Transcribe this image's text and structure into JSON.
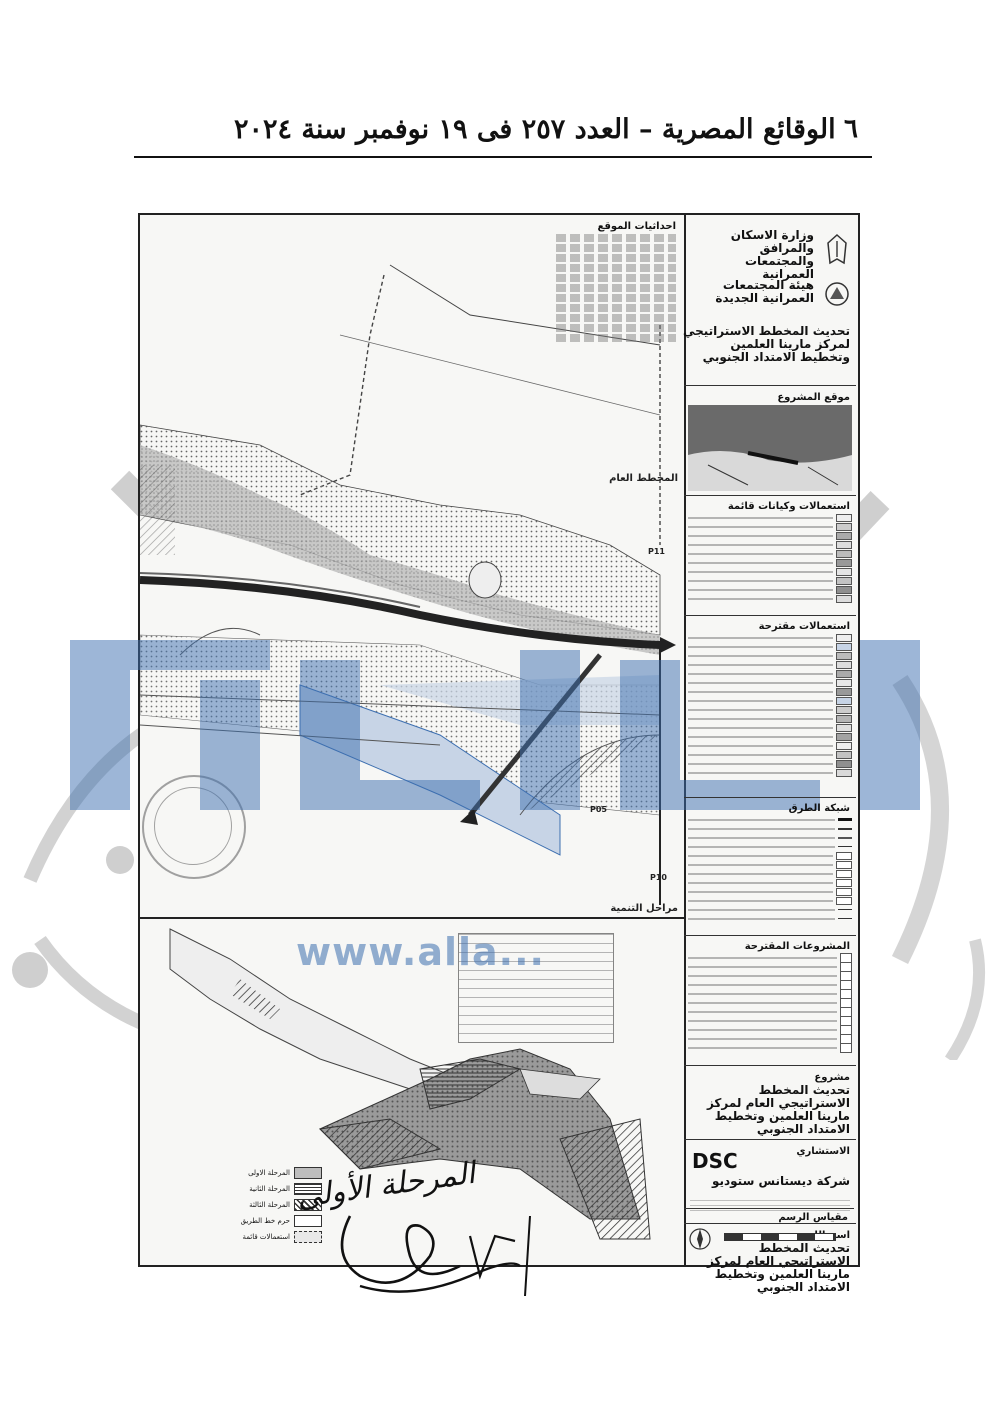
{
  "header": {
    "page_number": "٦",
    "title": "الوقائع المصرية – العدد ٢٥٧ فى ١٩ نوفمبر سنة ٢٠٢٤"
  },
  "map": {
    "coords_title": "احداثيات الموقع",
    "plan_title": "المخطط العام",
    "phases_title": "مراحل التنمية",
    "point_labels": [
      "P11",
      "P10",
      "P05"
    ],
    "watermark_url": "www.alla..."
  },
  "sidebar": {
    "ministry": "وزارة الاسكان والمرافق والمجتمعات العمرانية",
    "authority": "هيئة المجتمعات العمرانية الجديدة",
    "project_heading": "تحديث المخطط الاستراتيجي لمركز مارينا العلمين وتخطيط الامتداد الجنوبي",
    "location_label": "موقع المشروع",
    "existing_uses": "استعمالات وكيانات قائمة",
    "proposed_uses": "استعمالات مقترحة",
    "road_network": "شبكة الطرق",
    "proposed_projects": "المشروعات المقترحة",
    "project_label": "مشروع",
    "project_name": "تحديث المخطط الاستراتيجي العام لمركز مارينا العلمين وتخطيط الامتداد الجنوبي",
    "consultant_label": "الاستشاري",
    "consultant_logo": "DSC",
    "consultant_name": "شركة ديستانس ستوديو",
    "sheet_name_label": "اسم اللوحة",
    "sheet_name": "تحديث المخطط الاستراتيجي العام لمركز مارينا العلمين وتخطيط الامتداد الجنوبي",
    "scale_label": "مقياس الرسم"
  },
  "phases_legend": [
    "المرحلة الاولى",
    "المرحلة الثانية",
    "المرحلة الثالثة",
    "حرم خط الطريق",
    "استعمالات قائمة"
  ],
  "handwriting": "المرحلة الأولى",
  "colors": {
    "accent_blue": "#3d6fb0",
    "ink": "#111111",
    "watermark_gray": "#c8c8c8"
  }
}
